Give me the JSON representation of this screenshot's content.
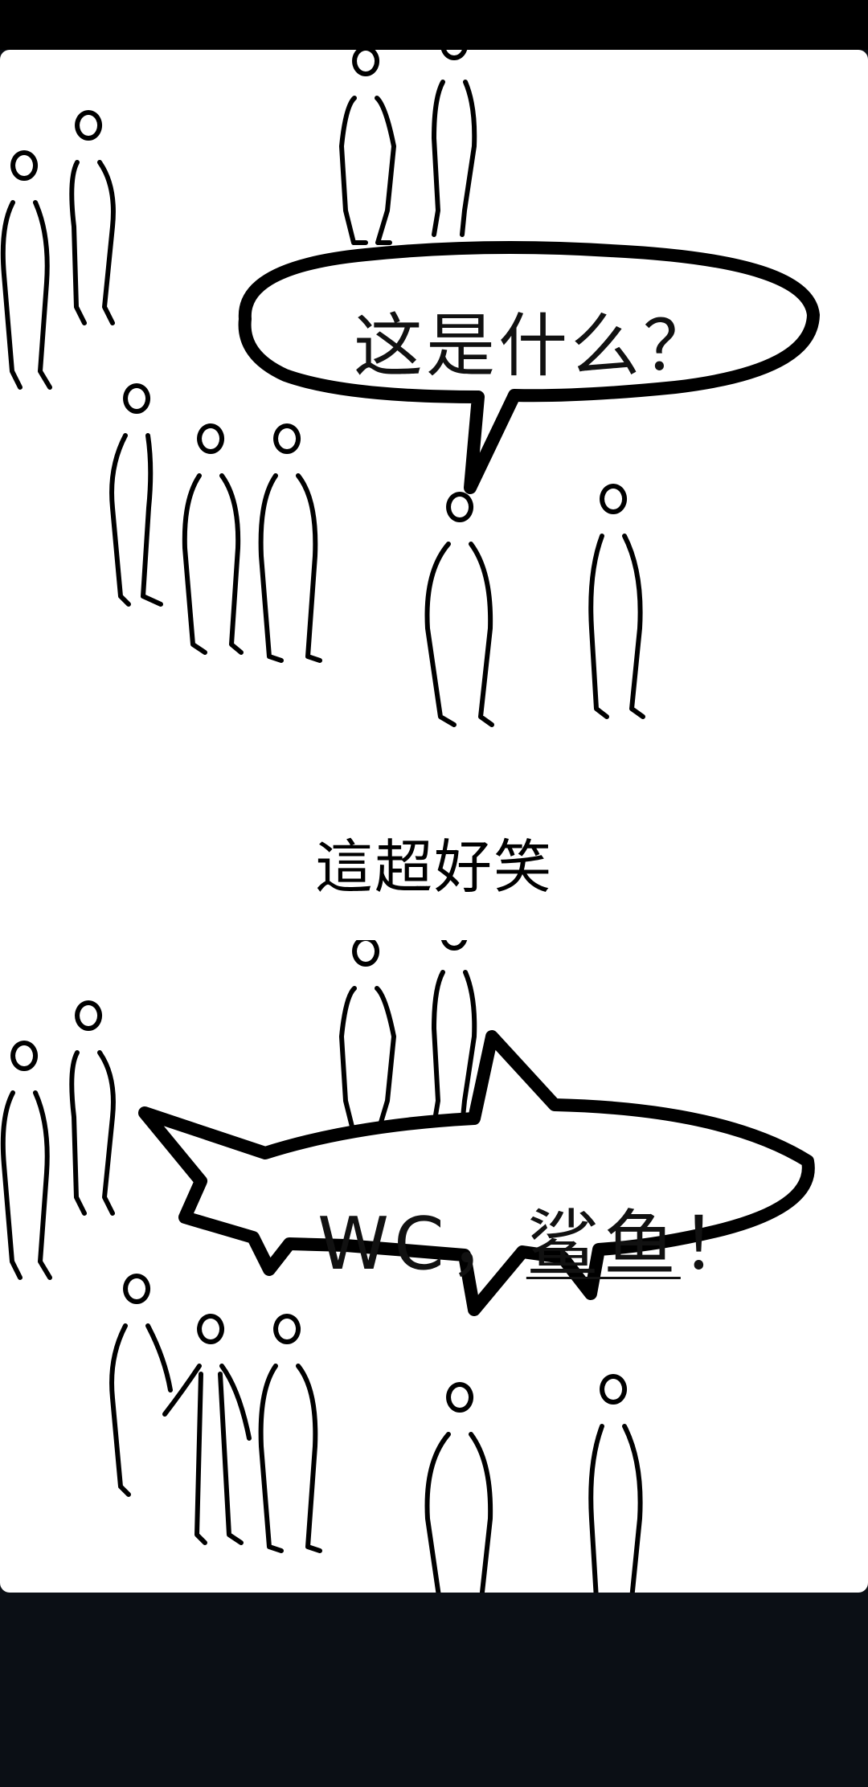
{
  "bubble_top": {
    "text": "这是什么？"
  },
  "caption": {
    "text": "這超好笑"
  },
  "bubble_bottom": {
    "prefix": "WC，",
    "underlined": "鲨鱼",
    "suffix": "！"
  }
}
